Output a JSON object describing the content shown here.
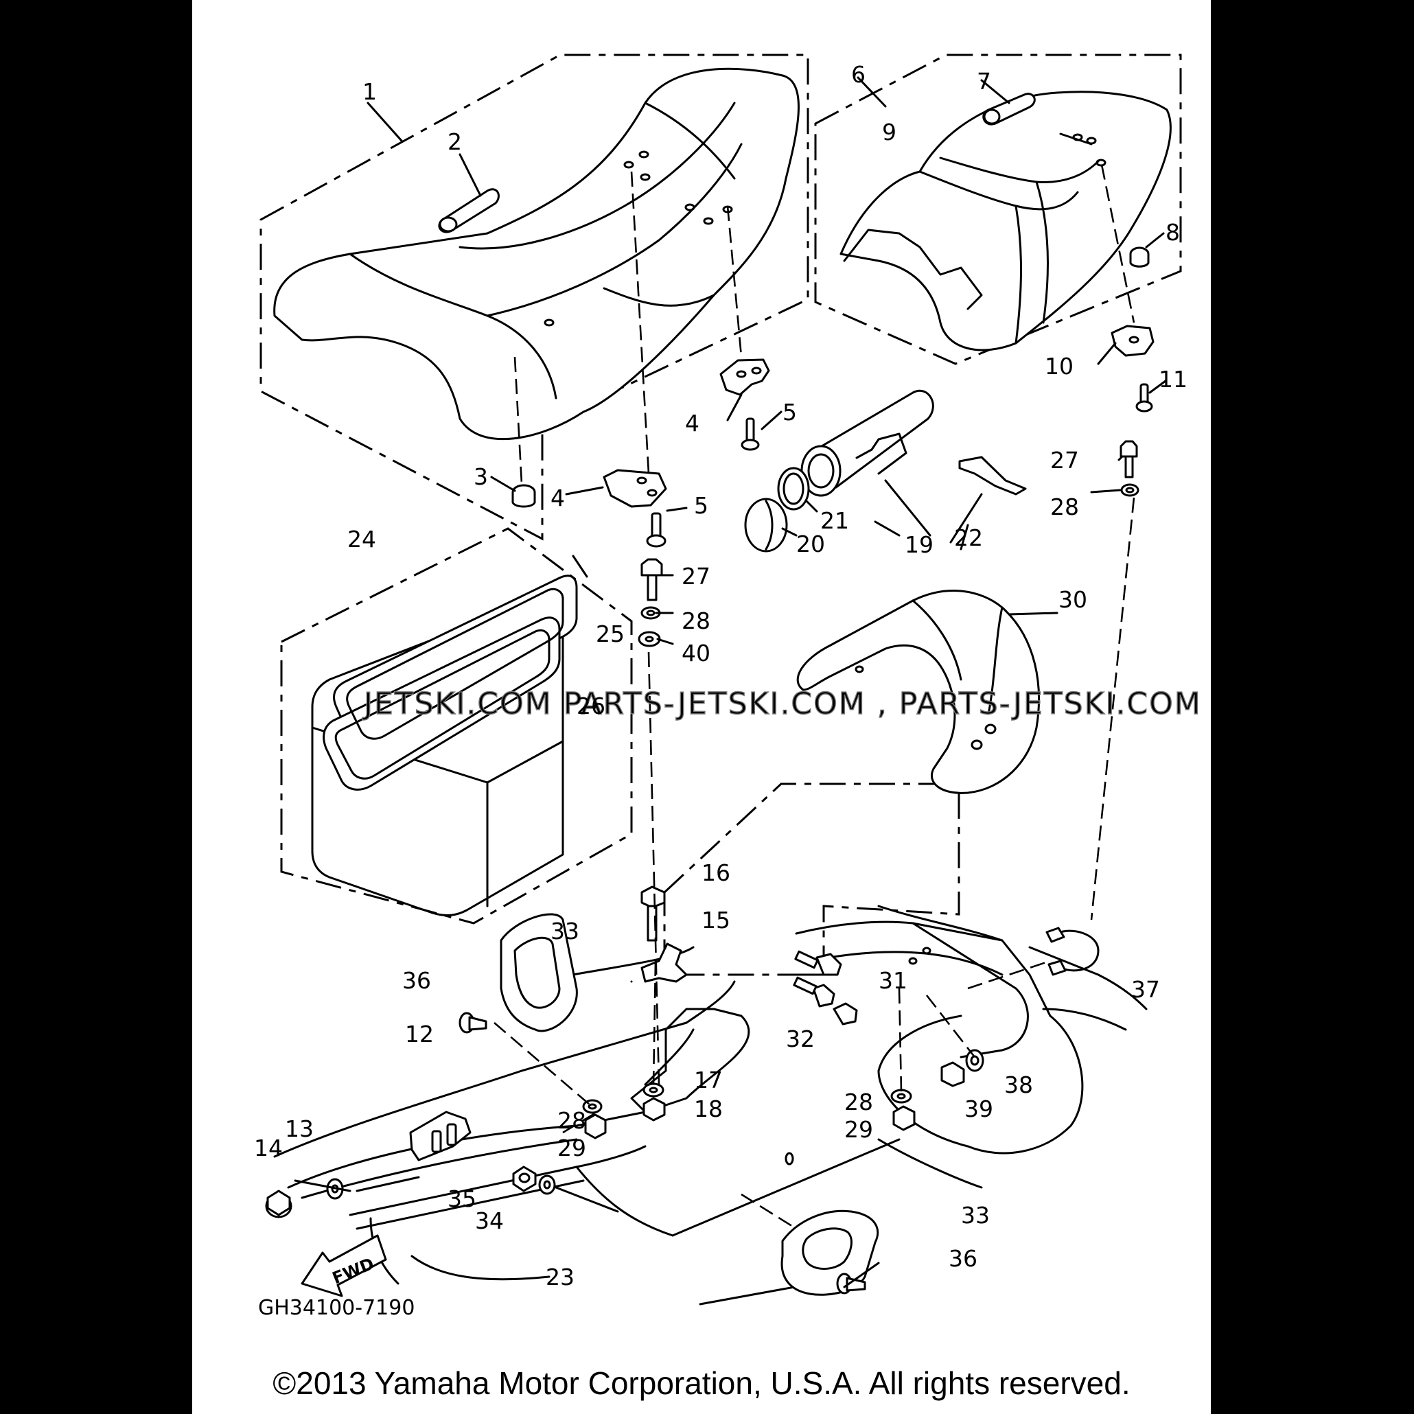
{
  "diagram": {
    "callouts": [
      "1",
      "2",
      "3",
      "4",
      "4",
      "5",
      "5",
      "6",
      "7",
      "8",
      "9",
      "10",
      "11",
      "12",
      "13",
      "14",
      "15",
      "16",
      "17",
      "18",
      "19",
      "20",
      "21",
      "22",
      "23",
      "24",
      "25",
      "26",
      "27",
      "27",
      "28",
      "28",
      "28",
      "28",
      "29",
      "29",
      "30",
      "31",
      "32",
      "33",
      "33",
      "34",
      "35",
      "36",
      "36",
      "37",
      "38",
      "39",
      "40"
    ],
    "fwd_label": "FWD",
    "drawing_code": "GH34100-7190"
  },
  "watermark": {
    "text": "JETSKI.COM  PARTS-JETSKI.COM , PARTS-JETSKI.COM"
  },
  "footer": {
    "copyright": "©2013 Yamaha Motor Corporation, U.S.A. All rights reserved."
  }
}
